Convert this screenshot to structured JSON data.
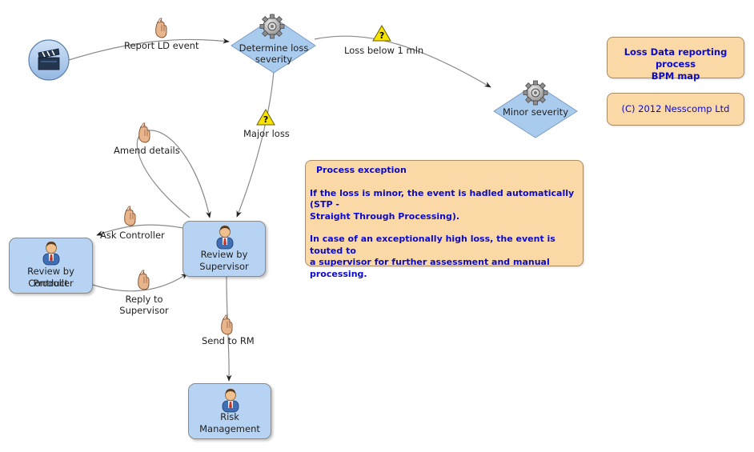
{
  "diagram": {
    "start_icon": "clapperboard-icon",
    "flows": {
      "report_ld_event": "Report LD event",
      "loss_below": "Loss below 1 mln",
      "major_loss": "Major loss",
      "amend_details": "Amend details",
      "ask_controller": "Ask Controller",
      "reply_to_supervisor": [
        "Reply to",
        "Supervisor"
      ],
      "send_to_rm": "Send to RM"
    },
    "gateways": {
      "determine": [
        "Determine loss",
        "severity"
      ],
      "minor": "Minor severity"
    },
    "tasks": {
      "review_supervisor": [
        "Review by",
        "Supervisor"
      ],
      "review_controller": [
        "Review by Product",
        "Controller"
      ],
      "risk_management": "Risk Management"
    },
    "notes": {
      "title": [
        "Loss Data reporting process",
        "BPM map"
      ],
      "copyright": "(C) 2012 Nesscomp Ltd",
      "exception": {
        "heading": "Process exception",
        "para1": [
          "If the loss is minor, the event is hadled automatically (STP -",
          "Straight Through Processing)."
        ],
        "para2": [
          "In case of an exceptionally high loss, the event is touted to",
          "a supervisor for further assessment and manual",
          "processing."
        ]
      }
    },
    "colors": {
      "task_fill": "#b7d3f3",
      "gateway_fill": "#a9cbee",
      "note_fill": "#fbd9a6",
      "note_text": "#0a0acc",
      "connector": "#8a8a8a"
    }
  }
}
